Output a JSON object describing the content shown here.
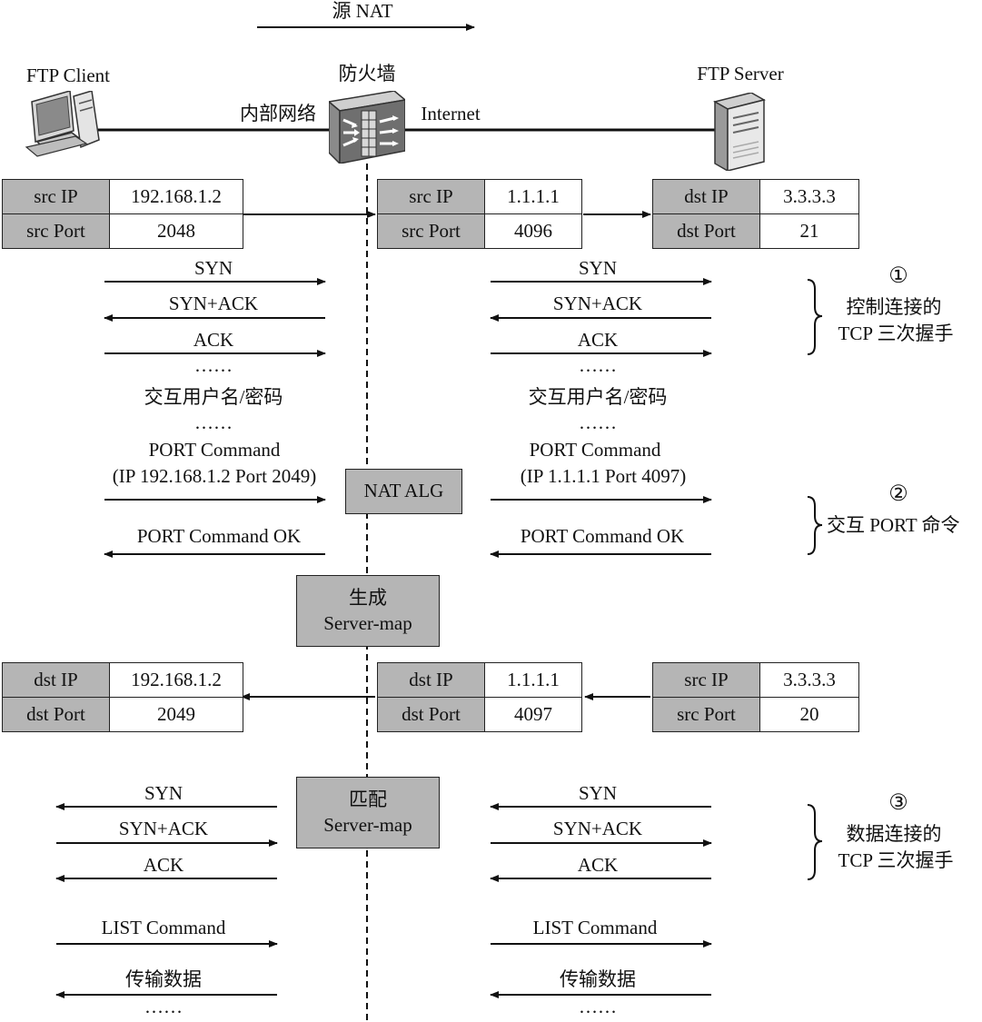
{
  "top": {
    "nat_direction_label": "源 NAT",
    "client_label": "FTP Client",
    "firewall_label": "防火墙",
    "server_label": "FTP Server",
    "inner_network_label": "内部网络",
    "internet_label": "Internet"
  },
  "tables": {
    "ctrl_client": [
      [
        "src IP",
        "192.168.1.2"
      ],
      [
        "src Port",
        "2048"
      ]
    ],
    "ctrl_nat": [
      [
        "src IP",
        "1.1.1.1"
      ],
      [
        "src Port",
        "4096"
      ]
    ],
    "ctrl_server": [
      [
        "dst IP",
        "3.3.3.3"
      ],
      [
        "dst Port",
        "21"
      ]
    ],
    "data_client": [
      [
        "dst IP",
        "192.168.1.2"
      ],
      [
        "dst Port",
        "2049"
      ]
    ],
    "data_nat": [
      [
        "dst IP",
        "1.1.1.1"
      ],
      [
        "dst Port",
        "4097"
      ]
    ],
    "data_server": [
      [
        "src IP",
        "3.3.3.3"
      ],
      [
        "src Port",
        "20"
      ]
    ]
  },
  "phase1": {
    "syn": "SYN",
    "synack": "SYN+ACK",
    "ack": "ACK",
    "dots1": "……",
    "auth": "交互用户名/密码",
    "dots2": "……",
    "num": "①",
    "desc1": "控制连接的",
    "desc2": "TCP 三次握手"
  },
  "phase2": {
    "port_cmd": "PORT Command",
    "left_param": "(IP 192.168.1.2 Port 2049)",
    "right_param": "(IP 1.1.1.1 Port 4097)",
    "alg_box": "NAT ALG",
    "port_ok": "PORT Command OK",
    "num": "②",
    "desc": "交互 PORT 命令"
  },
  "server_map_gen": {
    "line1": "生成",
    "line2": "Server-map"
  },
  "server_map_match": {
    "line1": "匹配",
    "line2": "Server-map"
  },
  "phase3": {
    "syn": "SYN",
    "synack": "SYN+ACK",
    "ack": "ACK",
    "list": "LIST Command",
    "transfer": "传输数据",
    "dots": "……",
    "num": "③",
    "desc1": "数据连接的",
    "desc2": "TCP 三次握手"
  }
}
